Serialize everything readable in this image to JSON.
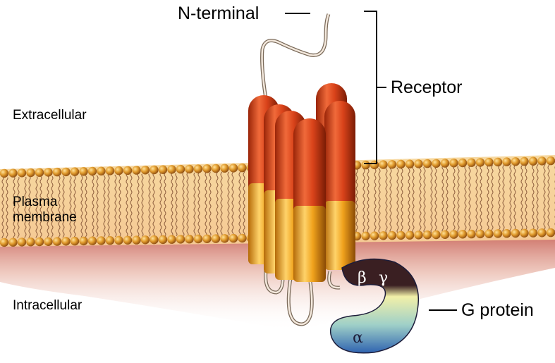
{
  "labels": {
    "n_terminal": "N-terminal",
    "receptor": "Receptor",
    "extracellular": "Extracellular",
    "plasma_membrane_line1": "Plasma",
    "plasma_membrane_line2": "membrane",
    "intracellular": "Intracellular",
    "g_protein": "G protein",
    "beta": "β",
    "gamma": "γ",
    "alpha": "α"
  },
  "colors": {
    "helix_top": "#d9431a",
    "helix_bottom": "#f0a21c",
    "lipid_head": "#d98a1f",
    "cytoplasm": "#c84a3a",
    "g_alpha": "#2f63b0",
    "g_mid": "#f2f0a8",
    "g_beta_gamma": "#3a1f22"
  }
}
